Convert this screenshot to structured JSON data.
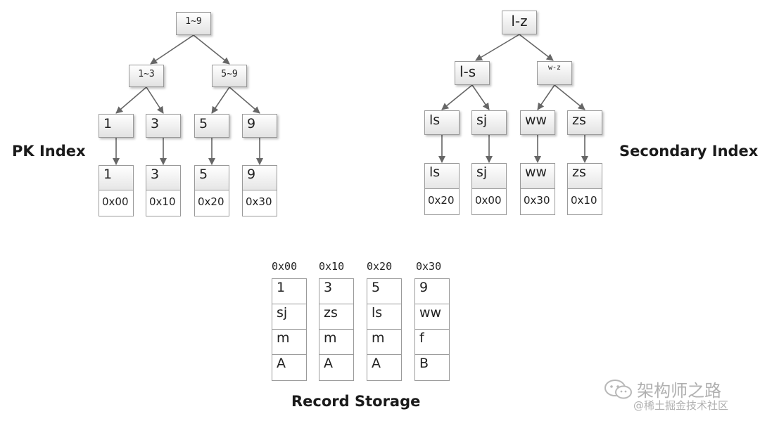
{
  "pk_index": {
    "label": "PK Index",
    "root": "1~9",
    "level1": [
      "1~3",
      "5~9"
    ],
    "level2": [
      "1",
      "3",
      "5",
      "9"
    ],
    "leaves": [
      {
        "key": "1",
        "addr": "0x00"
      },
      {
        "key": "3",
        "addr": "0x10"
      },
      {
        "key": "5",
        "addr": "0x20"
      },
      {
        "key": "9",
        "addr": "0x30"
      }
    ]
  },
  "secondary_index": {
    "label": "Secondary Index",
    "root": "l-z",
    "level1": [
      "l-s",
      "w-z"
    ],
    "level2": [
      "ls",
      "sj",
      "ww",
      "zs"
    ],
    "leaves": [
      {
        "key": "ls",
        "addr": "0x20"
      },
      {
        "key": "sj",
        "addr": "0x00"
      },
      {
        "key": "ww",
        "addr": "0x30"
      },
      {
        "key": "zs",
        "addr": "0x10"
      }
    ]
  },
  "record_storage": {
    "label": "Record Storage",
    "records": [
      {
        "addr": "0x00",
        "fields": [
          "1",
          "sj",
          "m",
          "A"
        ]
      },
      {
        "addr": "0x10",
        "fields": [
          "3",
          "zs",
          "m",
          "A"
        ]
      },
      {
        "addr": "0x20",
        "fields": [
          "5",
          "ls",
          "m",
          "A"
        ]
      },
      {
        "addr": "0x30",
        "fields": [
          "9",
          "ww",
          "f",
          "B"
        ]
      }
    ]
  },
  "watermark": {
    "icon": "wechat-icon",
    "line1": "架构师之路",
    "line2": "@稀土掘金技术社区"
  },
  "colors": {
    "arrow": "#666666",
    "border": "#9a9a9a"
  }
}
